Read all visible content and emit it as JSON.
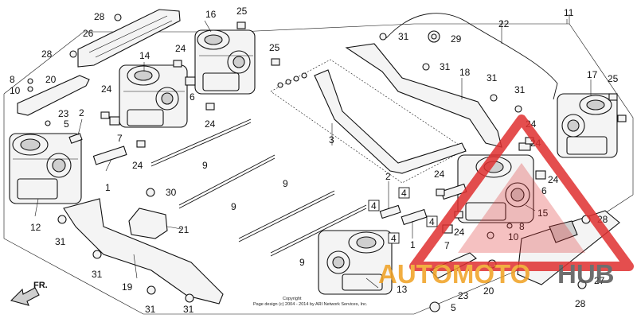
{
  "callouts": [
    {
      "id": "c1",
      "text": "1"
    },
    {
      "id": "c1b",
      "text": "1"
    },
    {
      "id": "c2",
      "text": "2"
    },
    {
      "id": "c2b",
      "text": "2"
    },
    {
      "id": "c3",
      "text": "3"
    },
    {
      "id": "c4a",
      "text": "4"
    },
    {
      "id": "c4b",
      "text": "4"
    },
    {
      "id": "c4c",
      "text": "4"
    },
    {
      "id": "c4d",
      "text": "4"
    },
    {
      "id": "c5",
      "text": "5"
    },
    {
      "id": "c5b",
      "text": "5"
    },
    {
      "id": "c6",
      "text": "6"
    },
    {
      "id": "c6b",
      "text": "6"
    },
    {
      "id": "c7",
      "text": "7"
    },
    {
      "id": "c7b",
      "text": "7"
    },
    {
      "id": "c8",
      "text": "8"
    },
    {
      "id": "c8b",
      "text": "8"
    },
    {
      "id": "c9a",
      "text": "9"
    },
    {
      "id": "c9b",
      "text": "9"
    },
    {
      "id": "c9c",
      "text": "9"
    },
    {
      "id": "c9d",
      "text": "9"
    },
    {
      "id": "c10",
      "text": "10"
    },
    {
      "id": "c10b",
      "text": "10"
    },
    {
      "id": "c11",
      "text": "11"
    },
    {
      "id": "c12",
      "text": "12"
    },
    {
      "id": "c13",
      "text": "13"
    },
    {
      "id": "c14",
      "text": "14"
    },
    {
      "id": "c15",
      "text": "15"
    },
    {
      "id": "c16",
      "text": "16"
    },
    {
      "id": "c17",
      "text": "17"
    },
    {
      "id": "c18",
      "text": "18"
    },
    {
      "id": "c19",
      "text": "19"
    },
    {
      "id": "c20",
      "text": "20"
    },
    {
      "id": "c20b",
      "text": "20"
    },
    {
      "id": "c21",
      "text": "21"
    },
    {
      "id": "c22",
      "text": "22"
    },
    {
      "id": "c23",
      "text": "23"
    },
    {
      "id": "c23b",
      "text": "23"
    },
    {
      "id": "c24a",
      "text": "24"
    },
    {
      "id": "c24b",
      "text": "24"
    },
    {
      "id": "c24c",
      "text": "24"
    },
    {
      "id": "c24d",
      "text": "24"
    },
    {
      "id": "c24e",
      "text": "24"
    },
    {
      "id": "c24f",
      "text": "24"
    },
    {
      "id": "c24g",
      "text": "24"
    },
    {
      "id": "c24h",
      "text": "24"
    },
    {
      "id": "c24i",
      "text": "24"
    },
    {
      "id": "c25a",
      "text": "25"
    },
    {
      "id": "c25b",
      "text": "25"
    },
    {
      "id": "c25c",
      "text": "25"
    },
    {
      "id": "c26",
      "text": "26"
    },
    {
      "id": "c27",
      "text": "27"
    },
    {
      "id": "c28a",
      "text": "28"
    },
    {
      "id": "c28b",
      "text": "28"
    },
    {
      "id": "c28c",
      "text": "28"
    },
    {
      "id": "c28d",
      "text": "28"
    },
    {
      "id": "c29",
      "text": "29"
    },
    {
      "id": "c30",
      "text": "30"
    },
    {
      "id": "c31a",
      "text": "31"
    },
    {
      "id": "c31b",
      "text": "31"
    },
    {
      "id": "c31c",
      "text": "31"
    },
    {
      "id": "c31d",
      "text": "31"
    },
    {
      "id": "c31e",
      "text": "31"
    },
    {
      "id": "c31f",
      "text": "31"
    },
    {
      "id": "c31g",
      "text": "31"
    },
    {
      "id": "c31h",
      "text": "31"
    }
  ],
  "direction_label": "FR.",
  "copyright_line1": "Copyright",
  "copyright_line2": "Page design (c) 2004 - 2014 by ARI Network Services, Inc.",
  "watermark": {
    "text_orange": "AUTOMOTO",
    "text_dark": "HUB",
    "color_red": "#e03030",
    "color_orange": "#f0a020",
    "color_dark": "#555555"
  }
}
